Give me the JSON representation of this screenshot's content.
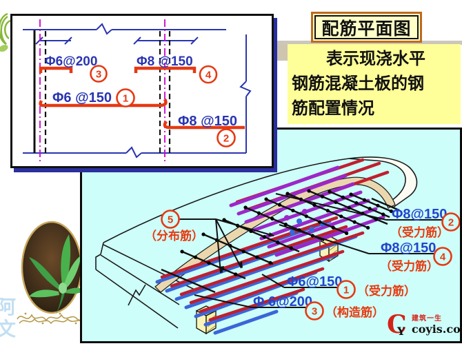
{
  "title_box": {
    "text": "配筋平面图"
  },
  "description": {
    "lines": [
      "表示现浇水平",
      "钢筋混凝土板的钢",
      "筋配置情况"
    ]
  },
  "plan": {
    "labels": [
      {
        "spec": "Φ6@200",
        "num": "3"
      },
      {
        "spec": "Φ8 @150",
        "num": "4"
      },
      {
        "spec": "Φ6 @150",
        "num": "1"
      },
      {
        "spec": "Φ8 @150",
        "num": "2"
      }
    ]
  },
  "iso": {
    "callouts": [
      {
        "spec": "Φ8@150",
        "num": "2",
        "role": "（受力筋）"
      },
      {
        "spec": "Φ8@150",
        "num": "4",
        "role": "（受力筋）"
      },
      {
        "spec": "Φ6@150",
        "num": "1",
        "role": "（受力筋）"
      },
      {
        "spec": "Φ 6@200",
        "num": "3",
        "role": "（构造筋）"
      },
      {
        "spec": "",
        "num": "5",
        "role": "（分布筋）"
      }
    ]
  },
  "watermark": {
    "chars": [
      "阿",
      "文"
    ]
  },
  "logo": {
    "mark_c": "C",
    "mark_y": "Y",
    "brand": "建筑一生",
    "site": "coyis.com"
  },
  "colors": {
    "rebar_blue": "#3A66D9",
    "rebar_red": "#C01F2F",
    "rebar_purple": "#9C27C8",
    "distribution_black": "#111111",
    "annotation_red": "#E63913",
    "drawing_blue": "#2A35B0",
    "axis_magenta": "#CC00CC",
    "support_yellow": "#F6F0A6",
    "slab_tan": "#EBD7AE",
    "panel_cyan": "#CDFEF9",
    "desc_yellow": "#FFFF99",
    "title_cream": "#FFFFC8"
  }
}
